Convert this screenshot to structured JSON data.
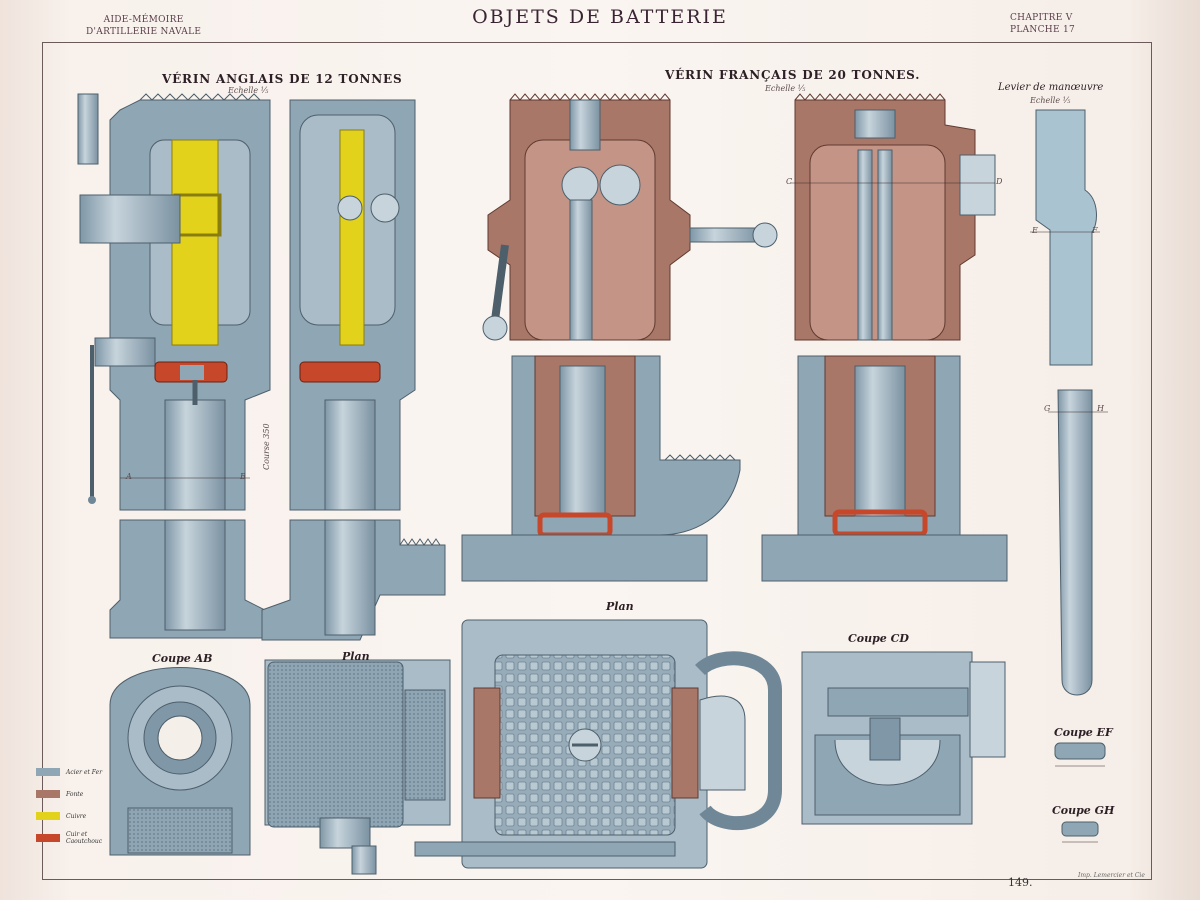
{
  "header": {
    "left_line1": "AIDE-MÉMOIRE",
    "left_line2": "D'ARTILLERIE NAVALE",
    "title": "OBJETS DE BATTERIE",
    "right_line1": "CHAPITRE V",
    "right_line2": "PLANCHE 17"
  },
  "sections": {
    "verin_anglais": "VÉRIN ANGLAIS DE 12 TONNES",
    "verin_anglais_scale": "Echelle ⅕",
    "verin_francais": "VÉRIN FRANÇAIS DE 20 TONNES.",
    "verin_francais_scale": "Echelle ⅕",
    "levier": "Levier de manœuvre",
    "levier_scale": "Echelle ⅕",
    "coupe_ab": "Coupe AB",
    "plan_left": "Plan",
    "plan_center": "Plan",
    "coupe_cd": "Coupe CD",
    "coupe_ef": "Coupe EF",
    "coupe_gh": "Coupe GH",
    "course": "Course 350"
  },
  "markers": {
    "a": "A",
    "b": "B",
    "c": "C",
    "d": "D",
    "e": "E",
    "f": "F",
    "g": "G",
    "h": "H"
  },
  "legend": [
    {
      "label": "Acier et Fer",
      "color": "#8fa6b5"
    },
    {
      "label": "Fonte",
      "color": "#a87768"
    },
    {
      "label": "Cuivre",
      "color": "#e3d21c"
    },
    {
      "label": "Cuir et\nCaoutchouc",
      "color": "#c6472a"
    }
  ],
  "footer": {
    "page_number": "149.",
    "imprimeur": "Imp. Lemercier et Cie"
  },
  "colors": {
    "steel": "#8fa6b5",
    "steel_dark": "#6f8797",
    "cast_iron": "#a87768",
    "brass": "#e3d21c",
    "leather": "#c6472a",
    "ink": "#3a2a2a"
  }
}
